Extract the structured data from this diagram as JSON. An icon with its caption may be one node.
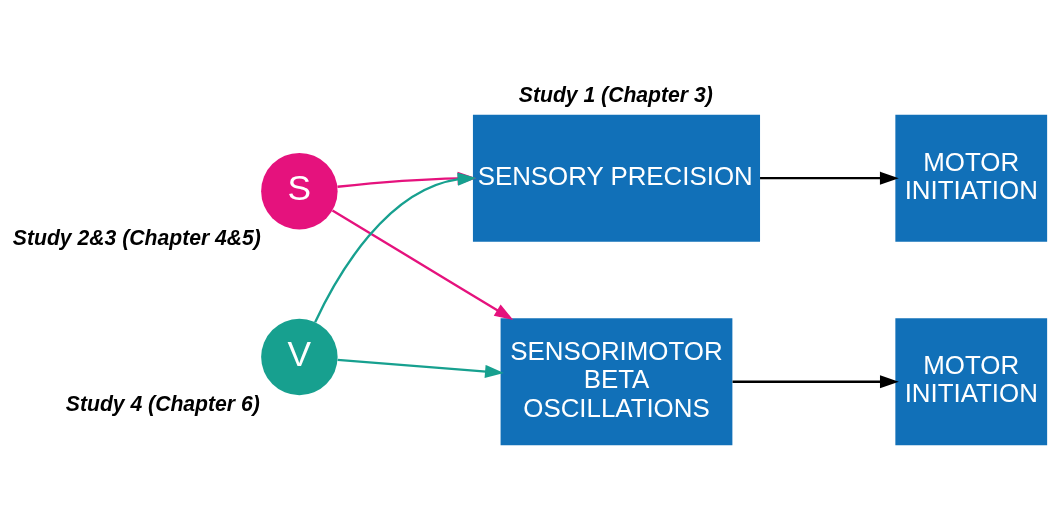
{
  "diagram": {
    "nodes": [
      {
        "text": [
          "S"
        ],
        "beside": [
          "Study 2&3 (Chapter 4&5)"
        ]
      },
      {
        "text": [
          "V"
        ],
        "beside": [
          "Study 4 (Chapter 6)"
        ]
      },
      {
        "text": [
          "SENSORY PRECISION"
        ],
        "beside": [
          "Study 1 (Chapter 3)"
        ]
      },
      {
        "text": [
          "MOTOR INITIATION"
        ]
      },
      {
        "text": [
          "SENSORIMOTOR BETA OSCILLATIONS"
        ]
      },
      {
        "text": [
          "MOTOR INITIATION"
        ]
      }
    ],
    "edges": [
      {
        "from": 0,
        "to": 2,
        "arrow": "to",
        "color": "#e5127d"
      },
      {
        "from": 0,
        "to": 4,
        "arrow": "to",
        "color": "#e5127d"
      },
      {
        "from": 1,
        "to": 2,
        "arrow": "to",
        "color": "#17a08f"
      },
      {
        "from": 1,
        "to": 4,
        "arrow": "to",
        "color": "#17a08f"
      },
      {
        "from": 2,
        "to": 3,
        "arrow": "to",
        "color": "#000000"
      },
      {
        "from": 4,
        "to": 5,
        "arrow": "to",
        "color": "#000000"
      }
    ]
  }
}
